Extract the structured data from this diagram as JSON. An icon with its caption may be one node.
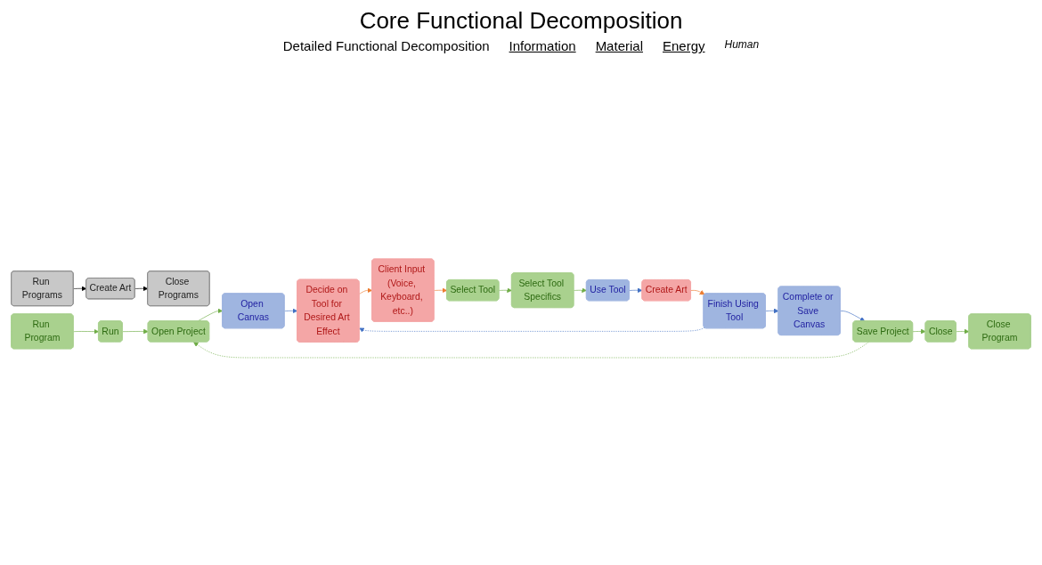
{
  "diagram": {
    "title": "Core Functional Decomposition",
    "nodes": [
      {
        "text": [
          "Run Programs"
        ]
      },
      {
        "text": [
          "Create Art"
        ]
      },
      {
        "text": [
          "Close Programs"
        ]
      },
      {
        "text": [
          "Run Program"
        ]
      },
      {
        "text": [
          "Run"
        ]
      },
      {
        "text": [
          "Open Project"
        ]
      },
      {
        "text": [
          "Select Tool"
        ]
      },
      {
        "text": [
          "Select Tool Specifics"
        ]
      },
      {
        "text": [
          "Save Project"
        ]
      },
      {
        "text": [
          "Close"
        ]
      },
      {
        "text": [
          "Close Program"
        ]
      },
      {
        "text": [
          "Open Canvas"
        ]
      },
      {
        "text": [
          "Use Tool"
        ]
      },
      {
        "text": [
          "Finish Using Tool"
        ]
      },
      {
        "text": [
          "Complete or Save Canvas"
        ]
      },
      {
        "text": [
          "Decide on Tool for Desired Art Effect"
        ]
      },
      {
        "text": [
          "Client Input (Voice, Keyboard, etc..)"
        ]
      },
      {
        "text": [
          "Create Art"
        ]
      }
    ],
    "edges": [
      {
        "from": 0,
        "to": 1,
        "arrow": "to",
        "color": "#000000"
      },
      {
        "from": 1,
        "to": 2,
        "arrow": "to",
        "color": "#000000"
      },
      {
        "from": 3,
        "to": 4,
        "arrow": "to",
        "color": "#70ad47"
      },
      {
        "from": 4,
        "to": 5,
        "arrow": "to",
        "color": "#70ad47"
      },
      {
        "from": 6,
        "to": 7,
        "arrow": "to",
        "color": "#70ad47"
      },
      {
        "from": 8,
        "to": 9,
        "arrow": "to",
        "color": "#70ad47"
      },
      {
        "from": 9,
        "to": 10,
        "arrow": "to",
        "color": "#70ad47"
      },
      {
        "from": 8,
        "to": 5,
        "arrow": "to",
        "style": "dashed",
        "color": "#70ad47"
      },
      {
        "from": 5,
        "to": 11,
        "arrow": "to",
        "color": "#70ad47"
      },
      {
        "from": 7,
        "to": 12,
        "arrow": "to",
        "color": "#70ad47"
      },
      {
        "from": 11,
        "to": 15,
        "arrow": "to",
        "color": "#4472c4"
      },
      {
        "from": 15,
        "to": 16,
        "arrow": "to",
        "color": "#ed7d31"
      },
      {
        "from": 16,
        "to": 6,
        "arrow": "to",
        "color": "#ed7d31"
      },
      {
        "from": 12,
        "to": 17,
        "arrow": "to",
        "color": "#4472c4"
      },
      {
        "from": 17,
        "to": 13,
        "arrow": "to",
        "color": "#ed7d31"
      },
      {
        "from": 13,
        "to": 14,
        "arrow": "to",
        "color": "#4472c4"
      },
      {
        "from": 14,
        "to": 8,
        "arrow": "to",
        "color": "#4472c4"
      },
      {
        "from": 13,
        "to": 15,
        "arrow": "to",
        "style": "dashed",
        "color": "#4472c4"
      }
    ],
    "labels": [
      "Detailed Functional Decomposition",
      "Information",
      "Material",
      "Energy",
      "Human"
    ]
  }
}
